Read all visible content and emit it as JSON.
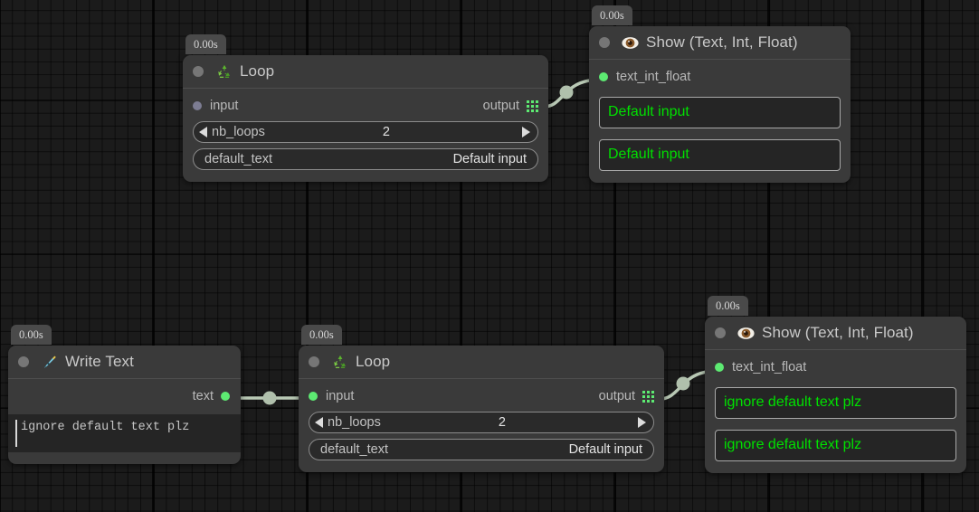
{
  "app": {
    "canvas_background": "#1b1b1b",
    "accent_green": "#5dea72",
    "display_text_green": "#00e000"
  },
  "nodes": [
    {
      "id": "loop-1",
      "timer": "0.00s",
      "icon": "recycle-icon",
      "icon_glyph": "♻",
      "title": "Loop",
      "input_port": {
        "label": "input",
        "state": "disconnected",
        "color": "#7d7d93"
      },
      "output_port": {
        "label": "output",
        "icon": "grid-icon"
      },
      "fields": [
        {
          "name": "nb_loops",
          "value": "2",
          "type": "stepper",
          "left_arrow": "decrement-arrow",
          "right_arrow": "increment-arrow"
        },
        {
          "name": "default_text",
          "value": "Default input",
          "type": "text"
        }
      ]
    },
    {
      "id": "show-1",
      "timer": "0.00s",
      "icon": "eye-icon",
      "icon_glyph": "👁",
      "title": "Show (Text, Int, Float)",
      "input_port": {
        "label": "text_int_float",
        "state": "connected",
        "color": "#5dea72"
      },
      "displays": [
        "Default input",
        "Default input"
      ]
    },
    {
      "id": "write-text",
      "timer": "0.00s",
      "icon": "pen-nib-icon",
      "icon_glyph": "🖋",
      "title": "Write Text",
      "output_port": {
        "label": "text",
        "state": "connected",
        "color": "#5dea72"
      },
      "textarea": {
        "value": "ignore default text plz",
        "has_caret": true
      }
    },
    {
      "id": "loop-2",
      "timer": "0.00s",
      "icon": "recycle-icon",
      "icon_glyph": "♻",
      "title": "Loop",
      "input_port": {
        "label": "input",
        "state": "connected",
        "color": "#5dea72"
      },
      "output_port": {
        "label": "output",
        "icon": "grid-icon"
      },
      "fields": [
        {
          "name": "nb_loops",
          "value": "2",
          "type": "stepper",
          "left_arrow": "decrement-arrow",
          "right_arrow": "increment-arrow"
        },
        {
          "name": "default_text",
          "value": "Default input",
          "type": "text"
        }
      ]
    },
    {
      "id": "show-2",
      "timer": "0.00s",
      "icon": "eye-icon",
      "icon_glyph": "👁",
      "title": "Show (Text, Int, Float)",
      "input_port": {
        "label": "text_int_float",
        "state": "connected",
        "color": "#5dea72"
      },
      "displays": [
        "ignore default text plz",
        "ignore default text plz"
      ]
    }
  ],
  "wires": [
    {
      "id": "wire-loop1-show1",
      "from": "loop-1.output",
      "to": "show-1.text_int_float",
      "color": "#b9c9b5"
    },
    {
      "id": "wire-writetext-loop2",
      "from": "write-text.text",
      "to": "loop-2.input",
      "color": "#b9c9b5"
    },
    {
      "id": "wire-loop2-show2",
      "from": "loop-2.output",
      "to": "show-2.text_int_float",
      "color": "#b9c9b5"
    }
  ]
}
